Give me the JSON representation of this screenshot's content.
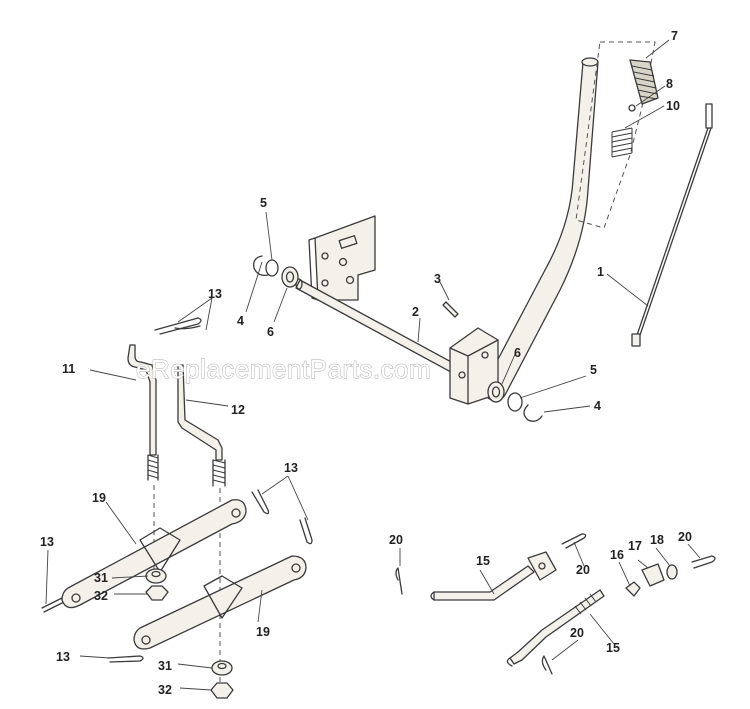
{
  "watermark": "eReplacementParts.com",
  "callouts": [
    {
      "id": "c7",
      "text": "7"
    },
    {
      "id": "c8",
      "text": "8"
    },
    {
      "id": "c10",
      "text": "10"
    },
    {
      "id": "c1",
      "text": "1"
    },
    {
      "id": "c5a",
      "text": "5"
    },
    {
      "id": "c4a",
      "text": "4"
    },
    {
      "id": "c6a",
      "text": "6"
    },
    {
      "id": "c3",
      "text": "3"
    },
    {
      "id": "c2",
      "text": "2"
    },
    {
      "id": "c6b",
      "text": "6"
    },
    {
      "id": "c5b",
      "text": "5"
    },
    {
      "id": "c4b",
      "text": "4"
    },
    {
      "id": "c13a",
      "text": "13"
    },
    {
      "id": "c11",
      "text": "11"
    },
    {
      "id": "c12",
      "text": "12"
    },
    {
      "id": "c13b",
      "text": "13"
    },
    {
      "id": "c19a",
      "text": "19"
    },
    {
      "id": "c13c",
      "text": "13"
    },
    {
      "id": "c31a",
      "text": "31"
    },
    {
      "id": "c32a",
      "text": "32"
    },
    {
      "id": "c19b",
      "text": "19"
    },
    {
      "id": "c13d",
      "text": "13"
    },
    {
      "id": "c31b",
      "text": "31"
    },
    {
      "id": "c32b",
      "text": "32"
    },
    {
      "id": "c20a",
      "text": "20"
    },
    {
      "id": "c15a",
      "text": "15"
    },
    {
      "id": "c20b",
      "text": "20"
    },
    {
      "id": "c16",
      "text": "16"
    },
    {
      "id": "c17",
      "text": "17"
    },
    {
      "id": "c18",
      "text": "18"
    },
    {
      "id": "c20c",
      "text": "20"
    },
    {
      "id": "c20d",
      "text": "20"
    },
    {
      "id": "c15b",
      "text": "15"
    }
  ]
}
